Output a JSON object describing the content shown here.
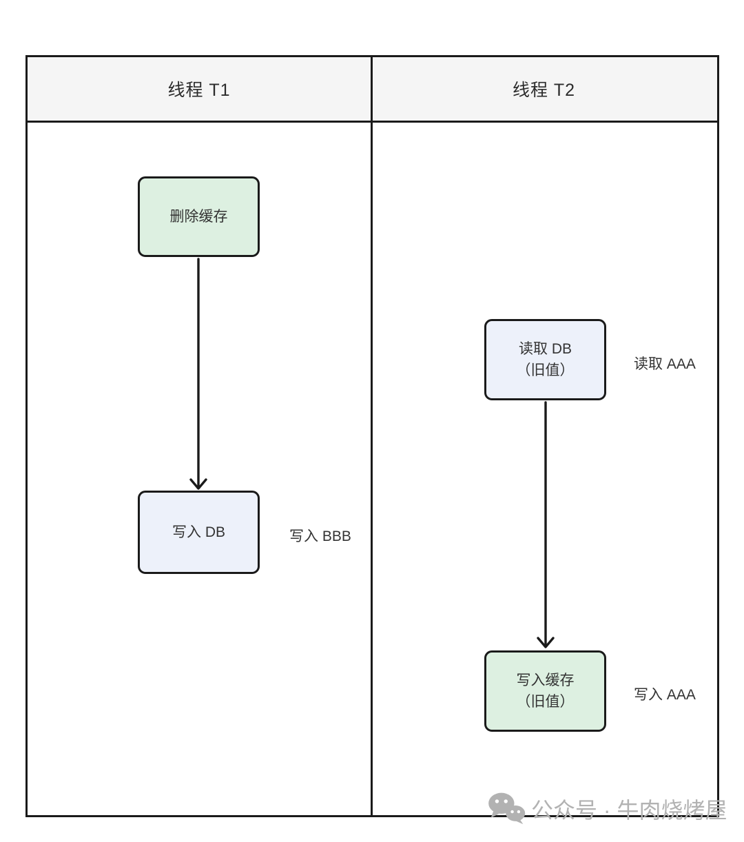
{
  "diagram": {
    "lanes": [
      {
        "id": "t1",
        "title": "线程 T1"
      },
      {
        "id": "t2",
        "title": "线程 T2"
      }
    ],
    "nodes": [
      {
        "id": "delete-cache",
        "lane": "t1",
        "color": "green",
        "lines": [
          "删除缓存"
        ]
      },
      {
        "id": "write-db",
        "lane": "t1",
        "color": "blue",
        "lines": [
          "写入 DB"
        ],
        "annotation": "写入 BBB"
      },
      {
        "id": "read-db-old",
        "lane": "t2",
        "color": "blue",
        "lines": [
          "读取 DB",
          "（旧值）"
        ],
        "annotation": "读取 AAA"
      },
      {
        "id": "write-cache-old",
        "lane": "t2",
        "color": "green",
        "lines": [
          "写入缓存",
          "（旧值）"
        ],
        "annotation": "写入 AAA"
      }
    ],
    "edges": [
      {
        "from": "delete-cache",
        "to": "write-db"
      },
      {
        "from": "read-db-old",
        "to": "write-cache-old"
      }
    ]
  },
  "colors": {
    "line": "#1a1a1a",
    "header_bg": "#f5f5f5",
    "node_green": "#ddf0e1",
    "node_blue": "#edf1fa",
    "text": "#333333",
    "watermark": "#b2b2b2"
  },
  "watermark": {
    "icon": "wechat-icon",
    "text": "公众号 · 牛肉烧烤屋"
  }
}
